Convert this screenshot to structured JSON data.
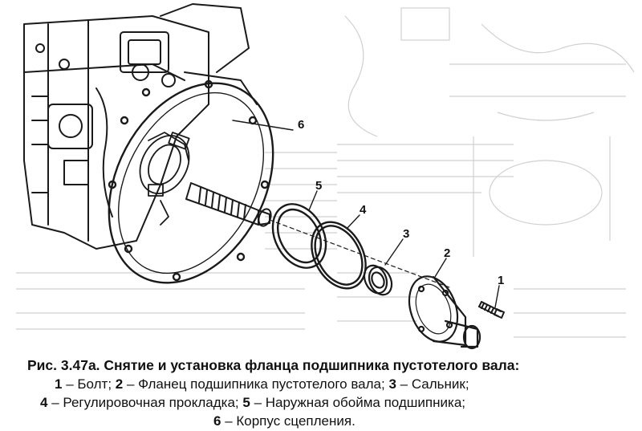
{
  "figure": {
    "caption_title": "Рис. 3.47а. Снятие и установка фланца подшипника пустотелого вала:",
    "legend": [
      {
        "num": "1",
        "text": " – Болт; "
      },
      {
        "num": "2",
        "text": " – Фланец подшипника пустотелого вала; "
      },
      {
        "num": "3",
        "text": " – Сальник;"
      },
      {
        "num": "4",
        "text": " – Регулировочная прокладка; "
      },
      {
        "num": "5",
        "text": " – Наружная обойма подшипника;"
      },
      {
        "num": "6",
        "text": " – Корпус сцепления."
      }
    ],
    "callouts": [
      "1",
      "2",
      "3",
      "4",
      "5",
      "6"
    ],
    "ink_color": "#1a1a1a",
    "paper_color": "#ffffff",
    "bleed_color": "#c9c9c9"
  }
}
